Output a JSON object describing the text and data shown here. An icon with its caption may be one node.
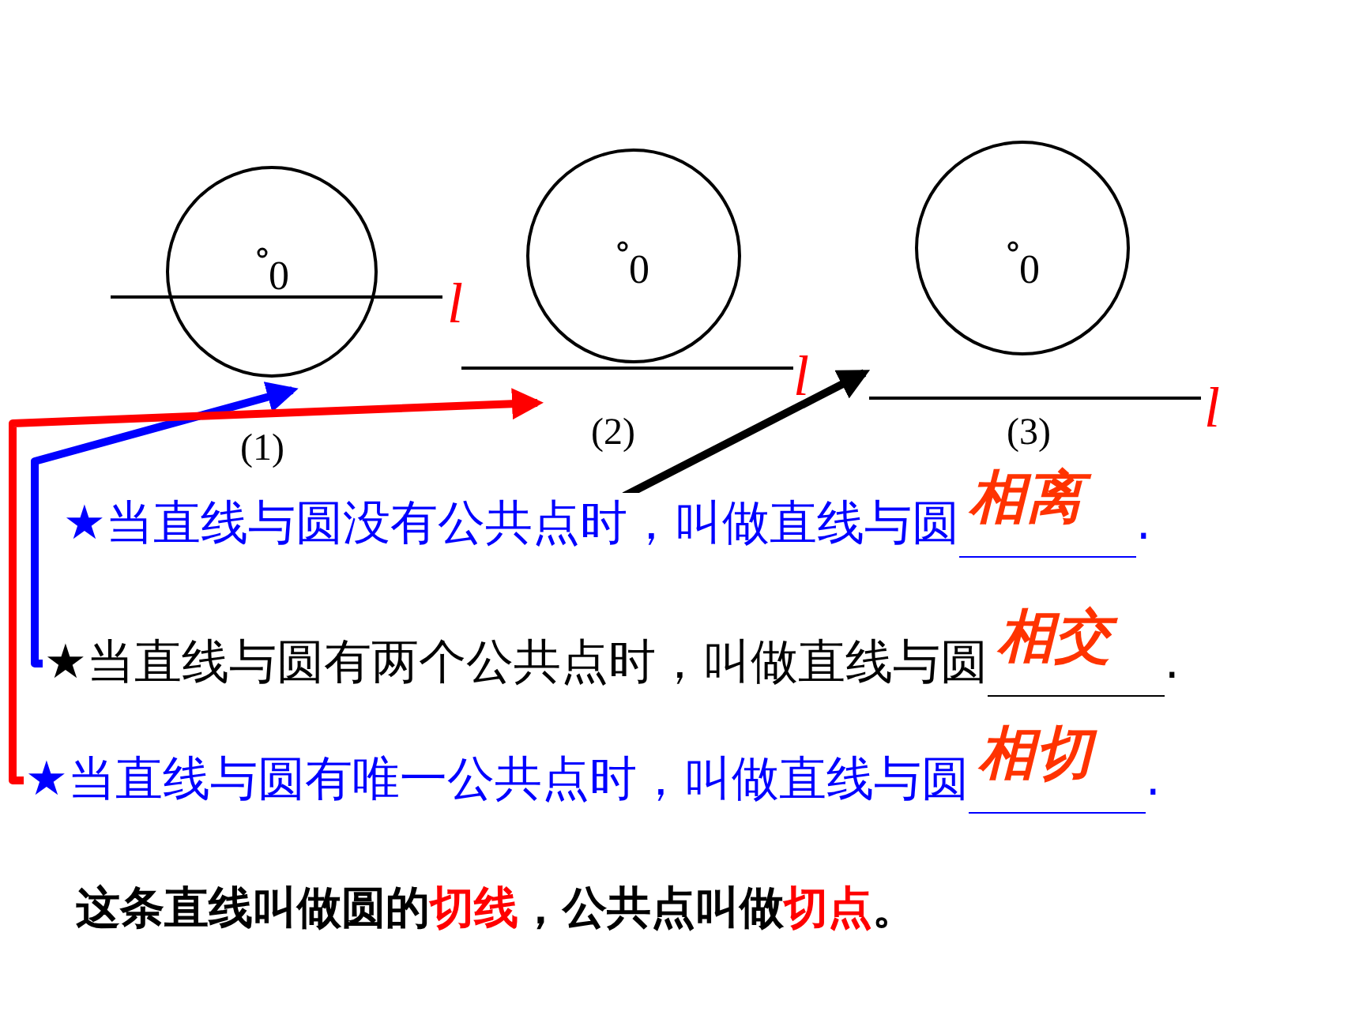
{
  "diagram": {
    "nodes": [
      {
        "text": [
          "0",
          "l"
        ]
      },
      {
        "text": [
          "0",
          "l"
        ]
      },
      {
        "text": [
          "0",
          "l"
        ]
      },
      {
        "text": [
          "★当直线与圆没有公共点时，叫做直线与圆",
          "相离",
          "."
        ]
      },
      {
        "text": [
          "★当直线与圆有两个公共点时，叫做直线与圆",
          "相交",
          "."
        ]
      },
      {
        "text": [
          "★当直线与圆有唯一公共点时，叫做直线与圆",
          "相切",
          "."
        ]
      }
    ],
    "edges": [
      {
        "from": 4,
        "to": 0,
        "arrow": "to",
        "color": "#0000ff"
      },
      {
        "from": 5,
        "to": 1,
        "arrow": "to",
        "color": "#ff0000"
      },
      {
        "from": 3,
        "to": 2,
        "arrow": "to",
        "color": "#000000"
      }
    ],
    "labels": [
      "(1)",
      "(2)",
      "(3)",
      "这条直线叫做圆的",
      "切线",
      "，公共点叫做",
      "切点",
      "。"
    ]
  }
}
